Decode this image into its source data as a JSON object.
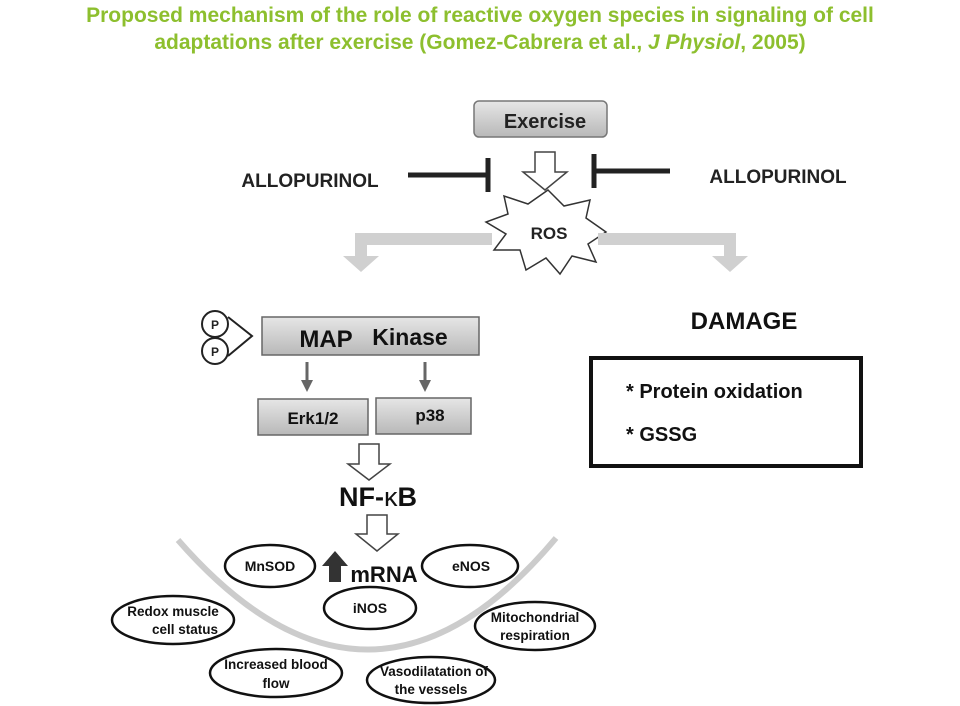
{
  "title": {
    "line1": "Proposed mechanism of the role of reactive oxygen species in signaling of cell",
    "line2_pre": "adaptations after exercise (Gomez-Cabrera et al., ",
    "journal": "J Physiol",
    "line2_post": ", 2005)"
  },
  "nodes": {
    "exercise": "Exercise",
    "allopurinol_left": "ALLOPURINOL",
    "allopurinol_right": "ALLOPURINOL",
    "ros": "ROS",
    "map_kinase_a": "MAP",
    "map_kinase_b": "Kinase",
    "phospho_1": "P",
    "phospho_2": "P",
    "erk": "Erk1/2",
    "p38": "p38",
    "nfkb_pre": "NF-",
    "nfkb_kappa": "κ",
    "nfkb_post": "B",
    "mrna": "mRNA",
    "damage": "DAMAGE",
    "damage_items": [
      "* Protein oxidation",
      "* GSSG"
    ]
  },
  "outcomes": {
    "mnsod": "MnSOD",
    "enos": "eNOS",
    "inos": "iNOS",
    "redox_1": "Redox muscle",
    "redox_2": "cell status",
    "mito_1": "Mitochondrial",
    "mito_2": "respiration",
    "blood_1": "Increased blood",
    "blood_2": "flow",
    "vaso_1": "Vasodilatation of",
    "vaso_2": "the vessels"
  },
  "colors": {
    "title": "#8dbf2e",
    "box_fill": "#c8c8c8",
    "arrow_gray": "#cccccc",
    "dark_arrow": "#666666"
  }
}
